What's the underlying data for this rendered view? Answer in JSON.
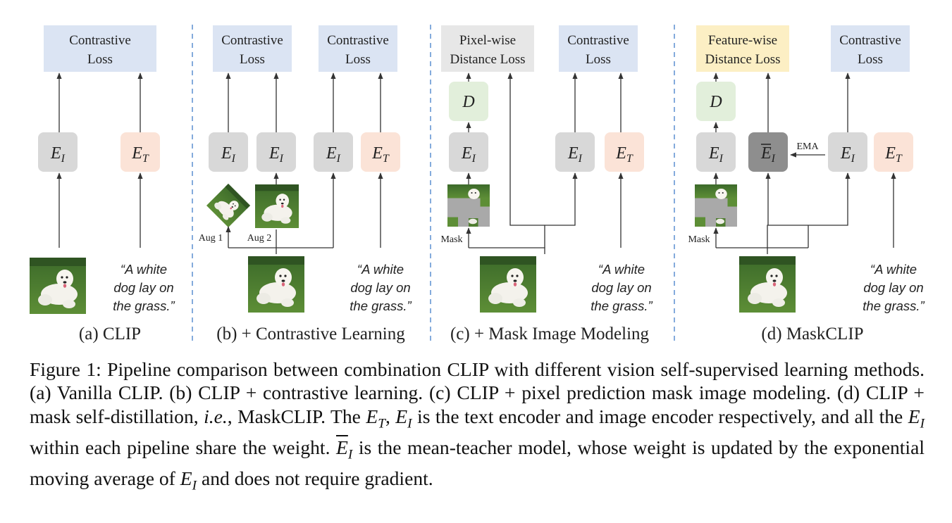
{
  "colors": {
    "contrastive_loss_box": "#dbe4f3",
    "pixel_loss_box": "#e7e7e7",
    "feature_loss_box": "#fcefc4",
    "image_encoder_box": "#d8d8d8",
    "text_encoder_box": "#fbe3d7",
    "decoder_box": "#e2efdb",
    "teacher_encoder_box": "#8e8e8e",
    "divider": "#5b8fd0"
  },
  "diagram": {
    "loss_contrastive_line1": "Contrastive",
    "loss_contrastive_line2": "Loss",
    "loss_pixel_line1": "Pixel-wise",
    "loss_pixel_line2": "Distance Loss",
    "loss_feature_line1": "Feature-wise",
    "loss_feature_line2": "Distance Loss",
    "image_encoder_symbol": "E",
    "image_encoder_subscript": "I",
    "text_encoder_symbol": "E",
    "text_encoder_subscript": "T",
    "decoder_symbol": "D",
    "ema_label": "EMA",
    "mask_label": "Mask",
    "aug1_label": "Aug 1",
    "aug2_label": "Aug 2",
    "text_input_line1": "“A white",
    "text_input_line2": "dog lay on",
    "text_input_line3": "the grass.”",
    "panel_a_label": "(a) CLIP",
    "panel_b_label": "(b) + Contrastive Learning",
    "panel_c_label": "(c) + Mask Image Modeling",
    "panel_d_label": "(d) MaskCLIP"
  },
  "caption": {
    "part1": "Figure 1: Pipeline comparison between combination CLIP with different vision self-supervised learning methods. (a) Vanilla CLIP. (b) CLIP + contrastive learning. (c) CLIP + pixel prediction mask image modeling. (d) CLIP + mask self-distillation, ",
    "ie": "i.e.",
    "part2": ", MaskCLIP. The ",
    "part3": ", ",
    "part4": " is the text encoder and image encoder respectively, and all the ",
    "part5": " within each pipeline share the weight. ",
    "part6": " is the mean-teacher model, whose weight is updated by the exponential moving average of ",
    "part7": " and does not require gradient.",
    "sym_E": "E",
    "sub_T": "T",
    "sub_I": "I"
  }
}
